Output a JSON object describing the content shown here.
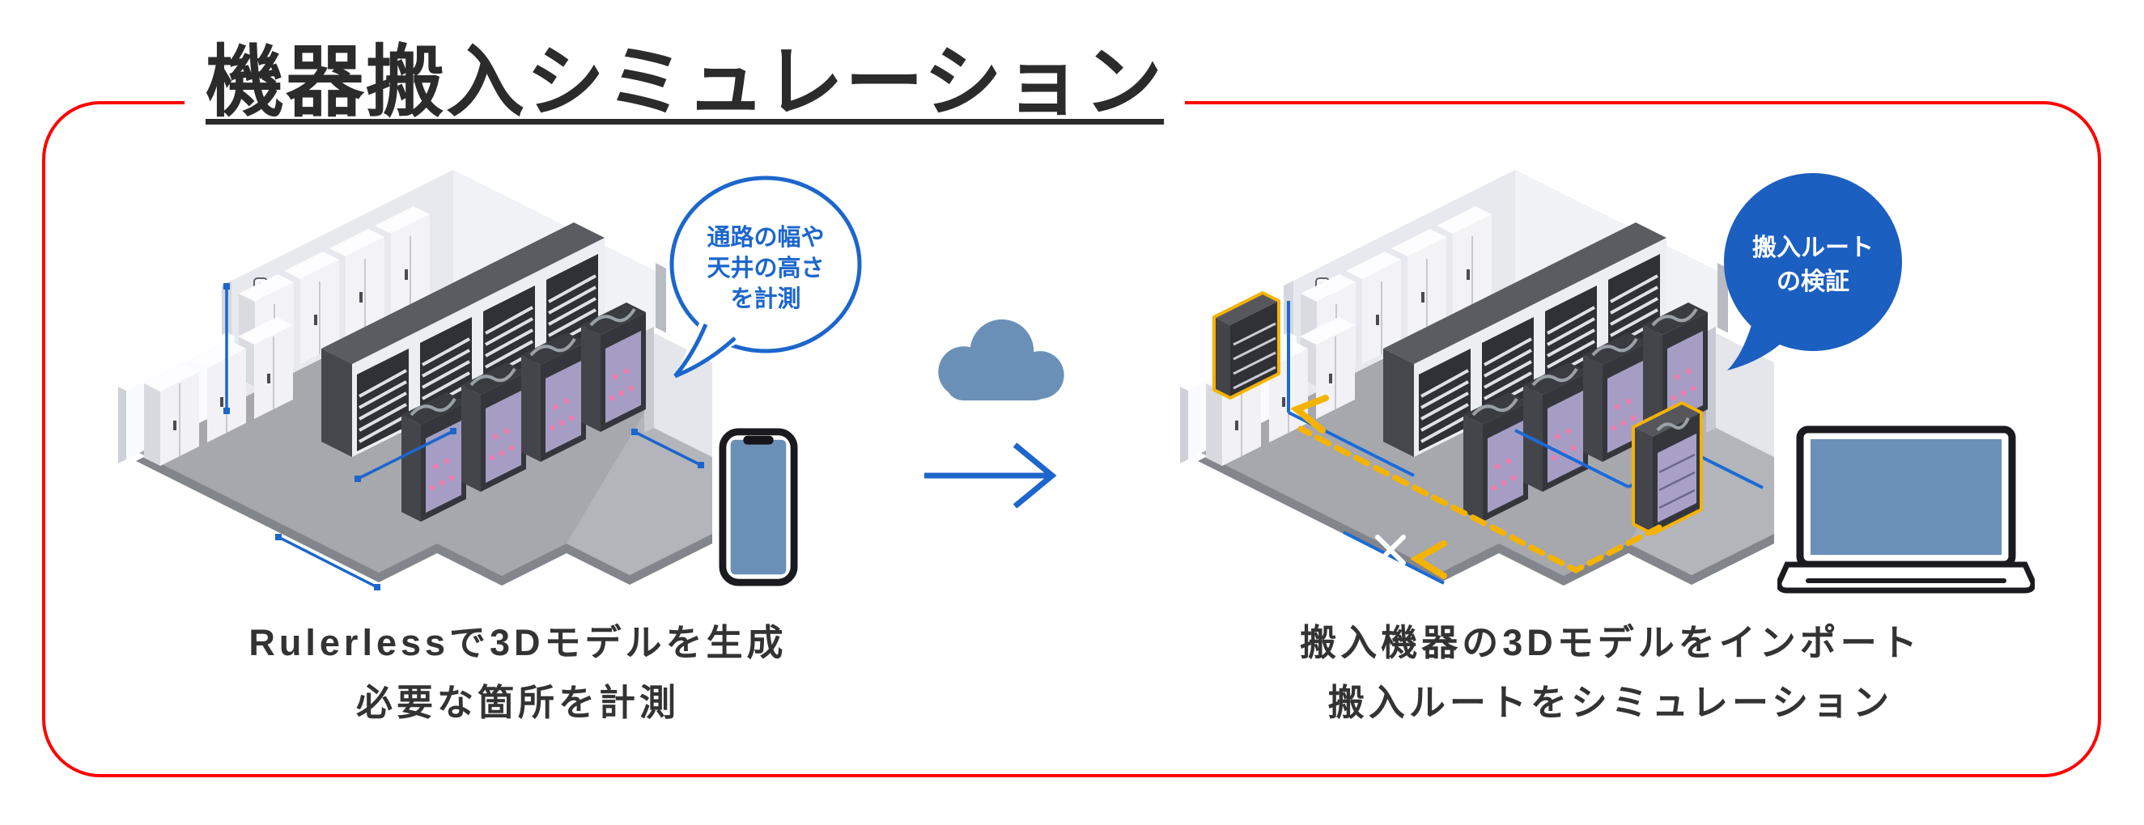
{
  "title": {
    "text": "機器搬入シミュレーション"
  },
  "frame": {
    "color": "#ff0000"
  },
  "left_figure": {
    "scene": "server-room-isometric",
    "bubble": {
      "style": "outlined",
      "lines": [
        "通路の幅や",
        "天井の高さ",
        "を計測"
      ]
    },
    "device": "smartphone",
    "caption": {
      "line1": "Rulerlessで3Dモデルを生成",
      "line2": "必要な箇所を計測"
    }
  },
  "center_transfer": {
    "icon": "cloud",
    "arrow": "right"
  },
  "right_figure": {
    "scene": "server-room-isometric-with-route",
    "bubble": {
      "style": "filled",
      "lines": [
        "搬入ルート",
        "の検証"
      ]
    },
    "device": "laptop",
    "caption": {
      "line1": "搬入機器の3Dモデルをインポート",
      "line2": "搬入ルートをシミュレーション"
    }
  },
  "colors": {
    "frame_red": "#ff0000",
    "accent_blue": "#1c66cc",
    "bubble_fill_blue": "#1b5fc0",
    "steel_blue": "#6b90b8",
    "route_yellow": "#f5b301",
    "caption_text": "#333333",
    "floor_gray": "#a6a8ae",
    "rack_dark": "#2f3136",
    "rack_purple": "#a59dc4"
  }
}
